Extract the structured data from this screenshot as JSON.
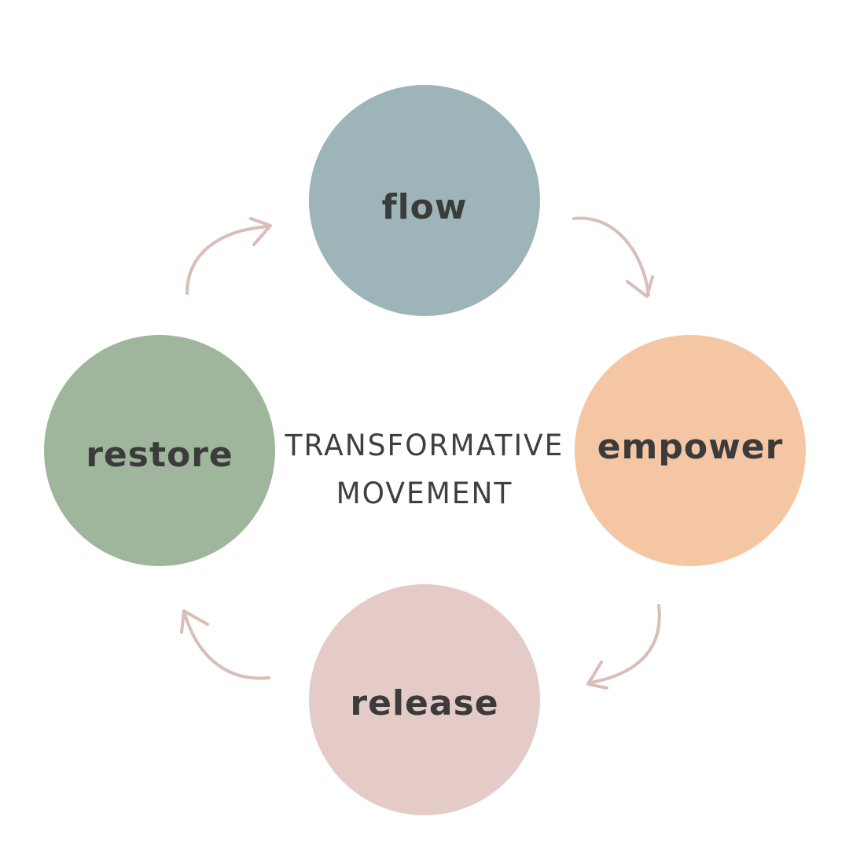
{
  "nodes": {
    "flow": {
      "label": "flow",
      "color": "#9db4b9"
    },
    "empower": {
      "label": "empower",
      "color": "#f5c6a3"
    },
    "release": {
      "label": "release",
      "color": "#e5cbc8"
    },
    "restore": {
      "label": "restore",
      "color": "#9fb69c"
    }
  },
  "center": {
    "line1": "TRANSFORMATIVE",
    "line2": "MOVEMENT"
  },
  "arrow_color": "#d9bdb7",
  "flow_order": [
    "flow",
    "empower",
    "release",
    "restore"
  ]
}
